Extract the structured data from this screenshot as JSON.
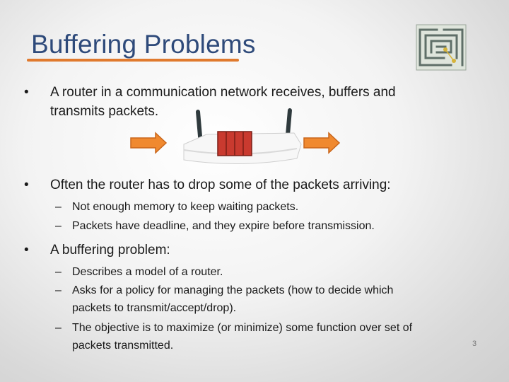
{
  "slide": {
    "title": "Buffering Problems",
    "page_number": "3",
    "accent_color": "#e07a2e",
    "title_color": "#2e4a7a",
    "bullets": [
      {
        "text_line1": "A router in a communication network receives, buffers and",
        "text_line2": "transmits packets."
      },
      {
        "text": "Often the router has to drop some of the packets arriving:",
        "subs": [
          "Not enough memory to keep waiting packets.",
          "Packets have deadline, and they expire before transmission."
        ]
      },
      {
        "text": "A buffering problem:",
        "subs": [
          {
            "line1": "Describes a model of a router."
          },
          {
            "line1": "Asks for a policy for managing the packets (how to decide which",
            "line2": "packets to transmit/accept/drop)."
          },
          {
            "line1": "The objective is to maximize (or minimize) some function over set of",
            "line2": "packets transmitted."
          }
        ]
      }
    ]
  },
  "icons": {
    "maze": "maze-icon",
    "router": "router-icon",
    "arrow": "arrow-right-icon",
    "buffer": "packet-buffer-icon"
  }
}
